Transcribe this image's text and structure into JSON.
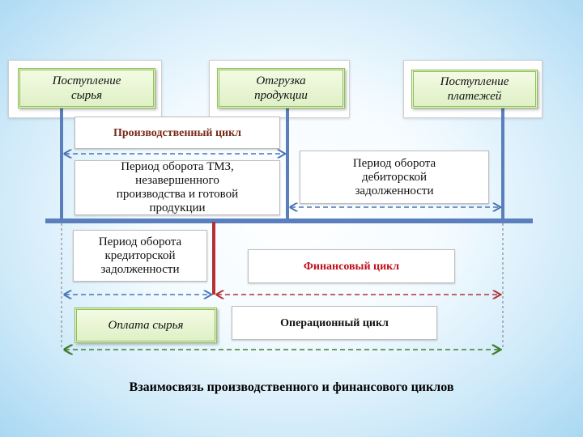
{
  "labels": {
    "raw_receipt": "Поступление сырья",
    "shipment": "Отгрузка продукции",
    "payment_receipt": "Поступление платежей",
    "production_cycle": "Производственный цикл",
    "inventory_turnover": "Период оборота ТМЗ, незавершенного производства и готовой продукции",
    "receivables_turnover": "Период оборота дебиторской задолженности",
    "payables_turnover": "Период оборота кредиторской задолженности",
    "financial_cycle": "Финансовый цикл",
    "raw_payment": "Оплата сырья",
    "operating_cycle": "Операционный цикл"
  },
  "caption": "Взаимосвязь производственного и финансового циклов",
  "colors": {
    "production_text": "#7a2a18",
    "financial_text": "#c0101a",
    "blue_line": "#4a74b8",
    "red_line": "#b53030",
    "green_dash": "#3f7d2e",
    "box_border": "#8fbf5a"
  }
}
